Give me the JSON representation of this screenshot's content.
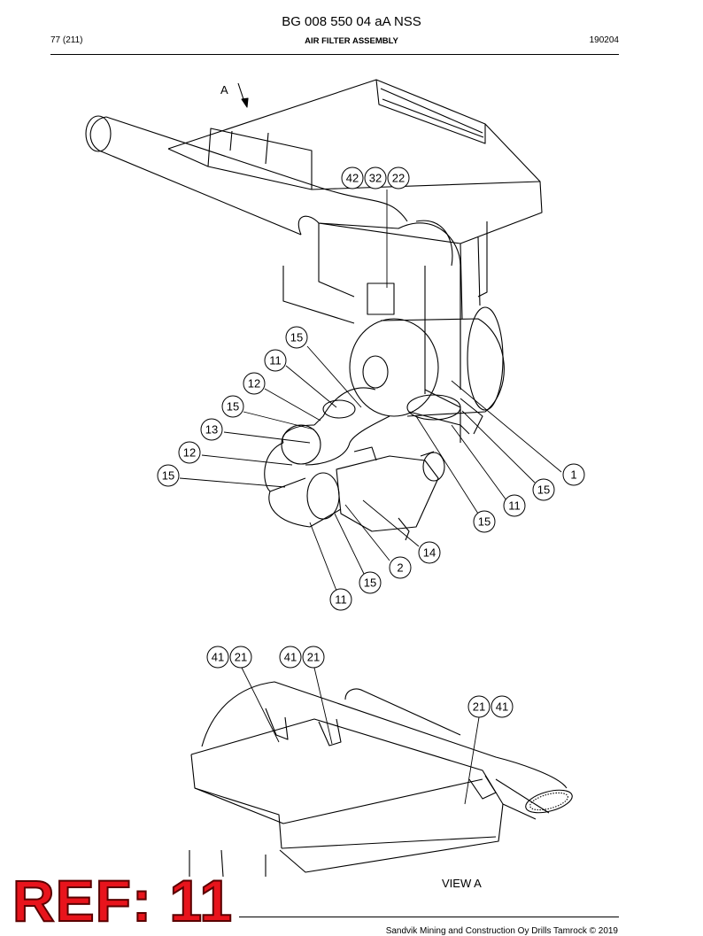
{
  "header": {
    "document_number": "BG 008 550 04 aA NSS",
    "page": "77 (211)",
    "title": "AIR FILTER ASSEMBLY",
    "date_code": "190204"
  },
  "labels": {
    "view_arrow": "A",
    "view_caption": "VIEW  A"
  },
  "callouts_main": [
    "42",
    "32",
    "22",
    "15",
    "11",
    "12",
    "15",
    "13",
    "12",
    "15",
    "1",
    "15",
    "11",
    "15",
    "14",
    "2",
    "15",
    "11"
  ],
  "callouts_view": [
    "41",
    "21",
    "41",
    "21",
    "21",
    "41"
  ],
  "stamp": "REF: 11",
  "footer": "Sandvik Mining and Construction Oy Drills Tamrock © 2019"
}
